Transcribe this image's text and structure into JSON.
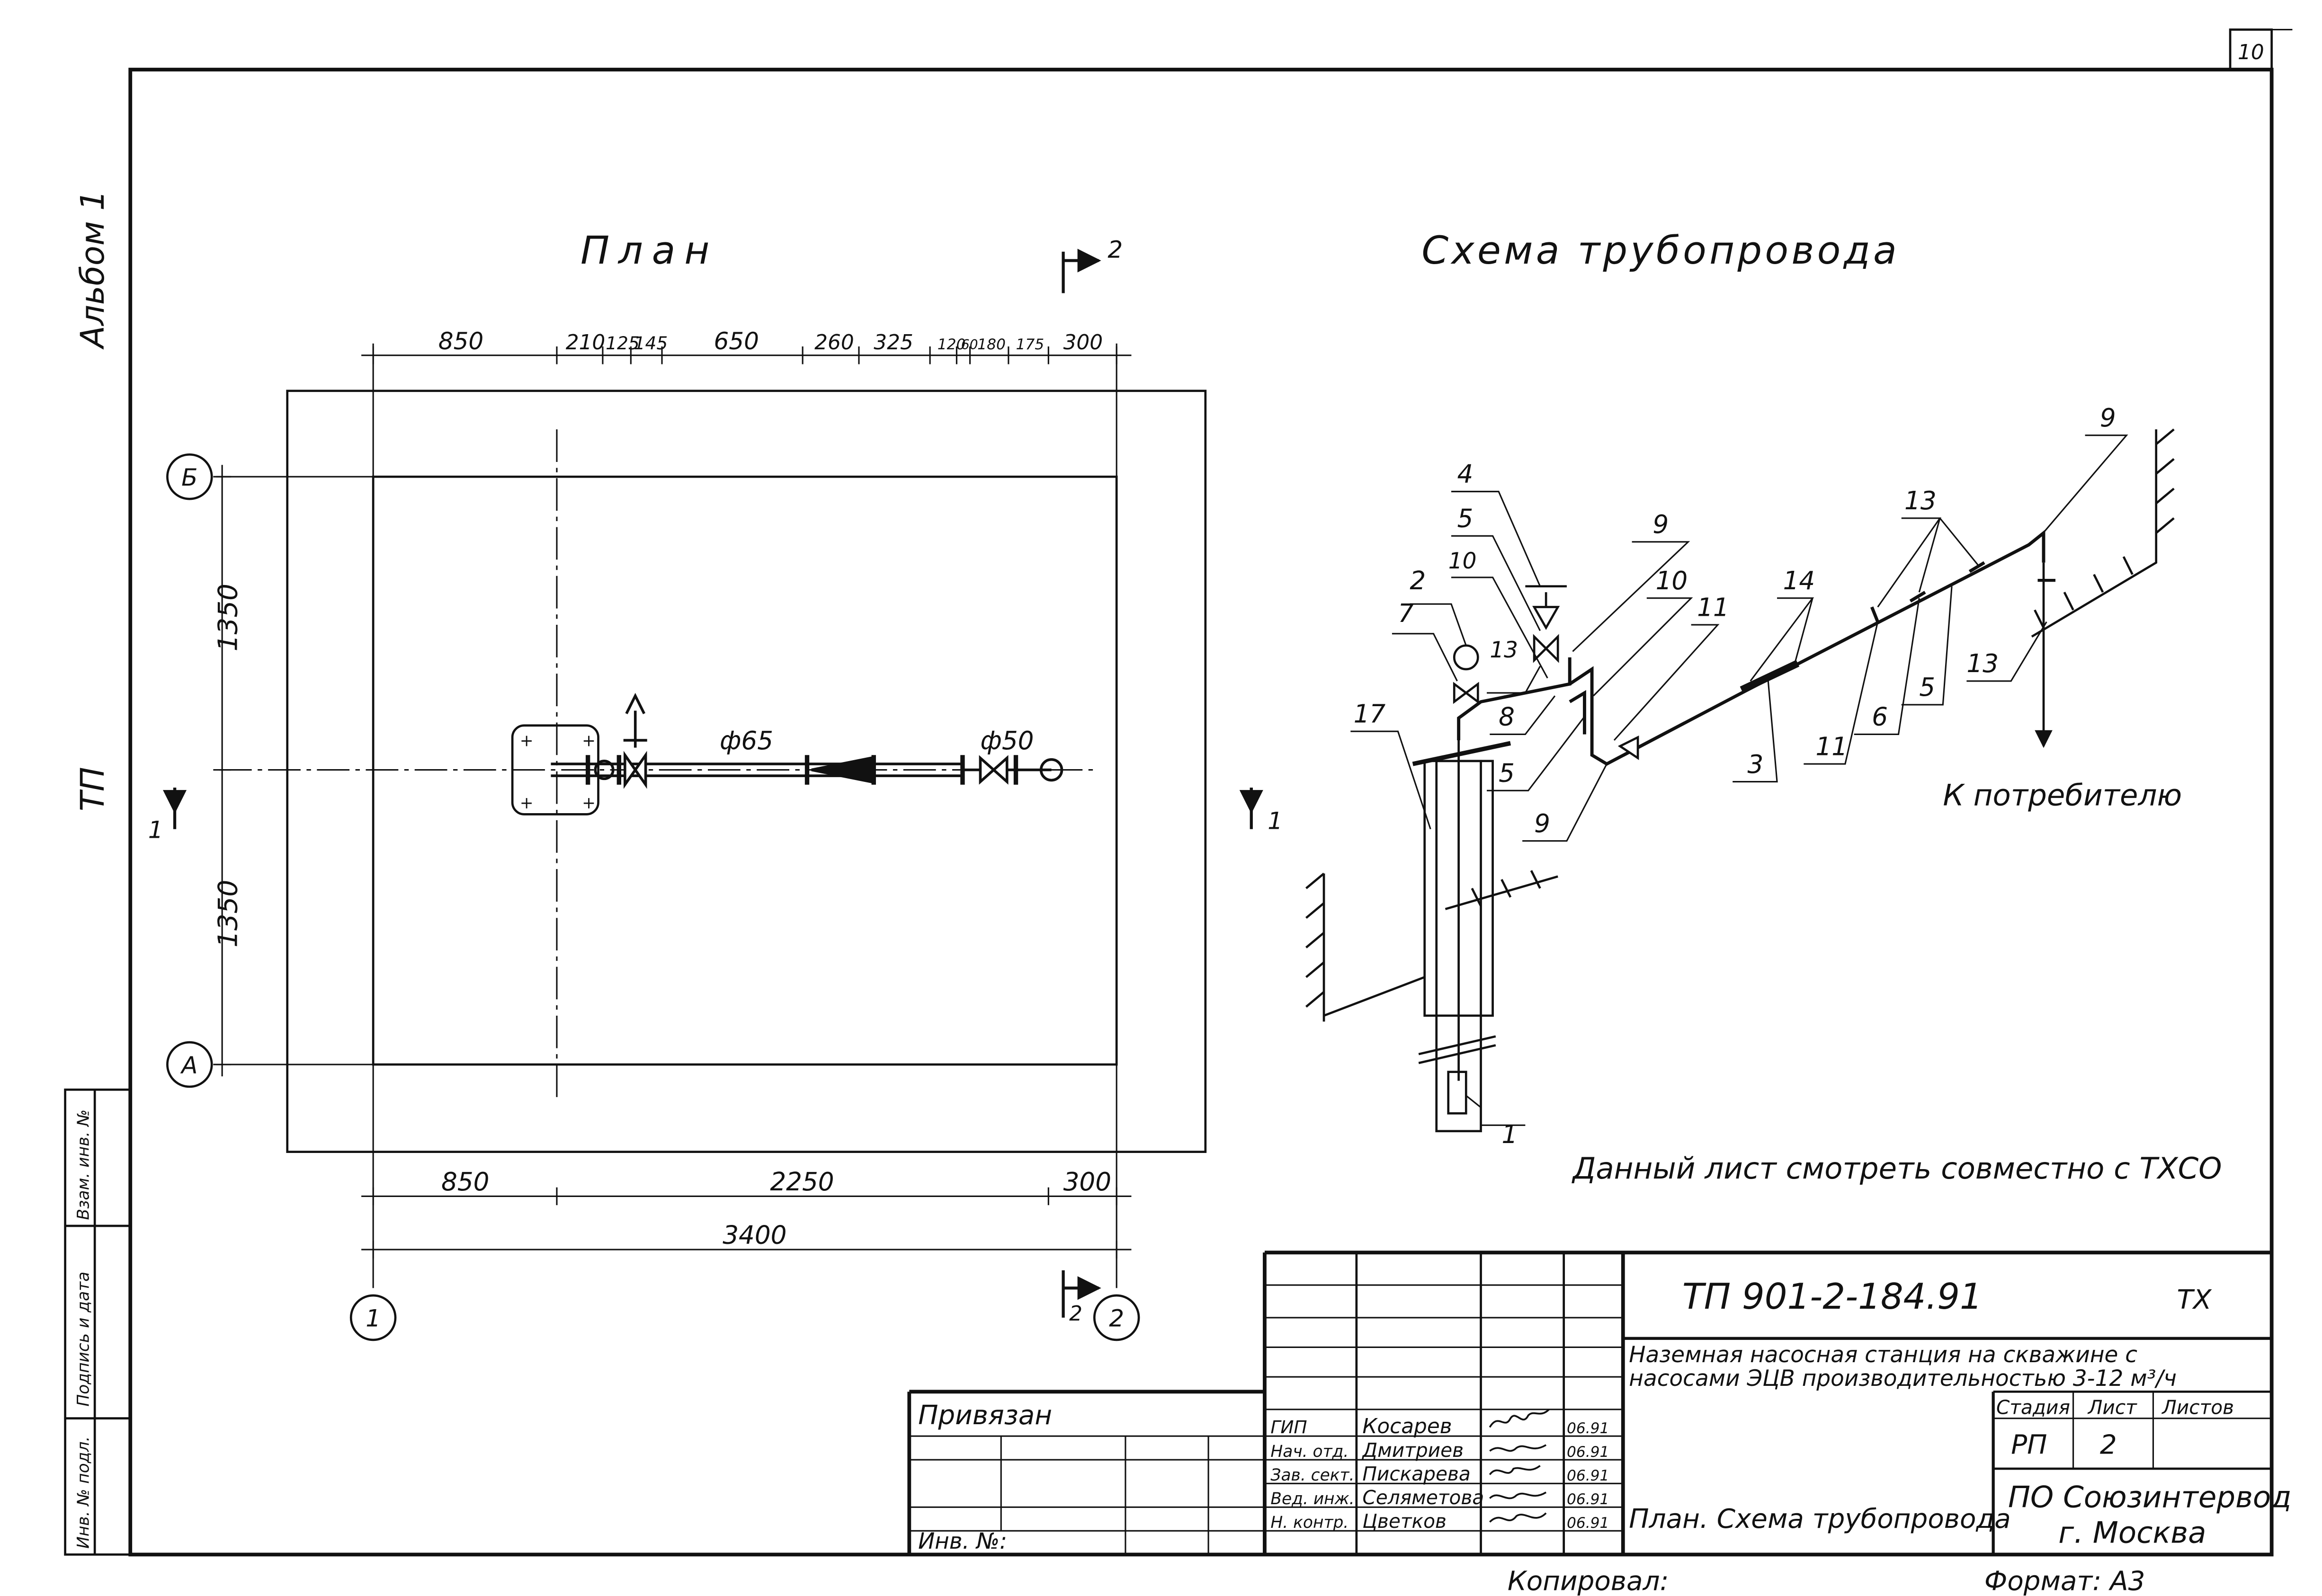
{
  "page_number": "10",
  "margin": {
    "album": "Альбом 1",
    "tp": "ТП",
    "stamp_labels": [
      "Инв. № подл.",
      "Подпись и дата",
      "Взам. инв. №"
    ]
  },
  "plan": {
    "title": "План",
    "top_dims": [
      "850",
      "210",
      "125",
      "145",
      "650",
      "260",
      "325",
      "120",
      "60",
      "180",
      "175",
      "300"
    ],
    "bottom_dims": [
      "850",
      "2250",
      "300"
    ],
    "total_dim": "3400",
    "left_dims": [
      "1350",
      "1350"
    ],
    "axes": [
      "Б",
      "А",
      "1",
      "2"
    ],
    "section_marks": [
      "1",
      "1",
      "2",
      "2"
    ],
    "pipe_labels": [
      "ф65",
      "ф50"
    ]
  },
  "scheme": {
    "title": "Схема трубопровода",
    "callouts": [
      "1",
      "2",
      "3",
      "4",
      "5",
      "5",
      "5",
      "6",
      "7",
      "8",
      "9",
      "9",
      "9",
      "10",
      "10",
      "11",
      "11",
      "13",
      "13",
      "13",
      "14",
      "17"
    ],
    "consumer": "К потребителю",
    "note": "Данный лист смотреть совместно с ТХСО"
  },
  "title_block": {
    "code": "ТП 901-2-184.91",
    "mark": "ТХ",
    "description_line1": "Наземная насосная станция на скважине с",
    "description_line2": "насосами ЭЦВ производительностью 3-12 м³/ч",
    "sheet_name": "План. Схема трубопровода",
    "stage_header": "Стадия",
    "sheet_header": "Лист",
    "sheets_header": "Листов",
    "stage": "РП",
    "sheet": "2",
    "org_line1": "ПО Союзинтервод",
    "org_line2": "г. Москва",
    "tied": "Привязан",
    "inv": "Инв. №:",
    "roles": [
      "ГИП",
      "Нач. отд.",
      "Зав. сект.",
      "Вед. инж.",
      "Н. контр."
    ],
    "names": [
      "Косарев",
      "Дмитриев",
      "Пискарева",
      "Селяметова",
      "Цветков"
    ],
    "dates": [
      "06.91",
      "06.91",
      "06.91",
      "06.91",
      "06.91"
    ],
    "copied": "Копировал:",
    "format": "Формат: А3"
  }
}
